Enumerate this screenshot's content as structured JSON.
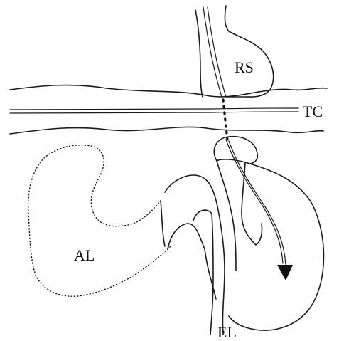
{
  "labels": {
    "rs": "RS",
    "tc": "TC",
    "al": "AL",
    "el": "EL"
  },
  "colors": {
    "line": "#1a1a1a",
    "background": "#ffffff"
  }
}
